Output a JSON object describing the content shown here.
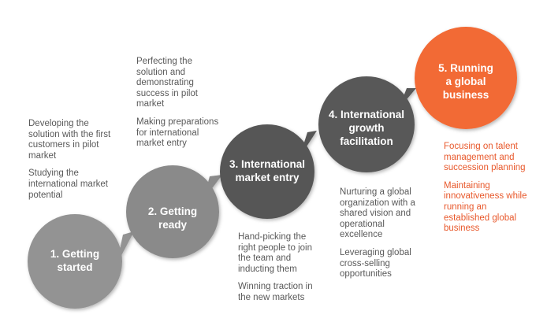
{
  "colors": {
    "step1": "#939393",
    "step2": "#8a8a8a",
    "step3": "#575757",
    "step4": "#595959",
    "step5": "#f26b35",
    "note_text": "#595959",
    "accent_text": "#e8582b"
  },
  "steps": [
    {
      "label": "1. Getting\nstarted",
      "notes": [
        "Developing the\nsolution with the first\ncustomers in pilot\nmarket",
        "Studying the\ninternational market\npotential"
      ]
    },
    {
      "label": "2. Getting\nready",
      "notes": [
        "Perfecting the\nsolution and\ndemonstrating\nsuccess in pilot\nmarket",
        "Making preparations\nfor international\nmarket entry"
      ]
    },
    {
      "label": "3. International\nmarket entry",
      "notes": [
        "Hand-picking the\nright people to join\nthe team and\ninducting them",
        "Winning traction in\nthe new markets"
      ]
    },
    {
      "label": "4. International\ngrowth\nfacilitation",
      "notes": [
        "Nurturing a global\norganization with a\nshared vision and\noperational\nexcellence",
        "Leveraging global\ncross-selling\nopportunities"
      ]
    },
    {
      "label": "5. Running\na global\nbusiness",
      "notes": [
        "Focusing on talent\nmanagement and\nsuccession planning",
        "Maintaining\ninnovativeness while\nrunning an\nestablished global\nbusiness"
      ]
    }
  ]
}
